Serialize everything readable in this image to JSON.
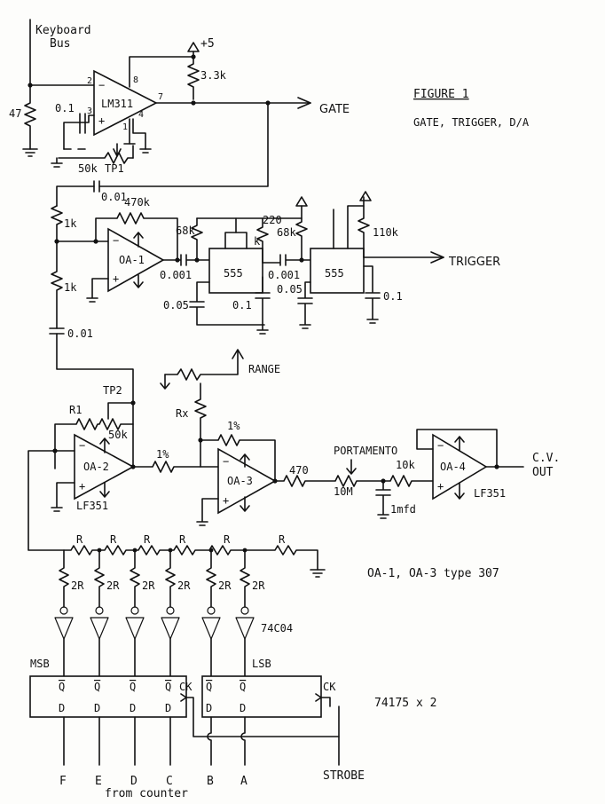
{
  "title": {
    "figure": "FIGURE 1",
    "subtitle": "GATE, TRIGGER, D/A"
  },
  "notes": {
    "opamp_types": "OA-1, OA-3   type 307",
    "latch_type": "74175 x 2"
  },
  "signals": {
    "keyboard_bus_line1": "Keyboard",
    "keyboard_bus_line2": "Bus",
    "gate": "GATE",
    "trigger": "TRIGGER",
    "range": "RANGE",
    "portamento": "PORTAMENTO",
    "cv_out_line1": "C.V.",
    "cv_out_line2": "OUT",
    "strobe": "STROBE",
    "from_counter": "from counter",
    "plus5": "+5"
  },
  "components": {
    "comparator": "LM311",
    "oa1": "OA-1",
    "oa2": "OA-2",
    "oa3": "OA-3",
    "oa4": "OA-4",
    "lf351_a": "LF351",
    "lf351_b": "LF351",
    "timer1": "555",
    "timer2": "555",
    "inverters": "74C04",
    "msb": "MSB",
    "lsb": "LSB",
    "tp1": "TP1",
    "tp2": "TP2"
  },
  "values": {
    "r47": "47",
    "r3k3": "3.3k",
    "c01a": "0.1",
    "pot50k": "50k",
    "c001a": "0.01",
    "r470k": "470k",
    "r1k_a": "1k",
    "r1k_b": "1k",
    "c001b": "0.01",
    "r68k_a": "68k",
    "c0001a": "0.001",
    "c005a": "0.05",
    "r220k_1": "220",
    "r220k_2": "k",
    "c01b": "0.1",
    "r68k_b": "68k",
    "c0001b": "0.001",
    "c005b": "0.05",
    "r110k": "110k",
    "c01c": "0.1",
    "r1": "R1",
    "pot50k_b": "50k",
    "rx": "Rx",
    "r1pct_a": "1%",
    "r1pct_b": "1%",
    "r470": "470",
    "r10m": "10M",
    "r10k": "10k",
    "c1mfd": "1mfd",
    "ladder_r": "R",
    "ladder_2r": "2R"
  },
  "pins": {
    "p2": "2",
    "p3": "3",
    "p8": "8",
    "p7": "7",
    "p1": "1",
    "p4": "4"
  },
  "latch": {
    "qbar": "Q",
    "d": "D",
    "ck": "CK"
  },
  "inputs": [
    "F",
    "E",
    "D",
    "C",
    "B",
    "A"
  ],
  "opamp_signs": {
    "minus": "−",
    "plus": "+"
  }
}
